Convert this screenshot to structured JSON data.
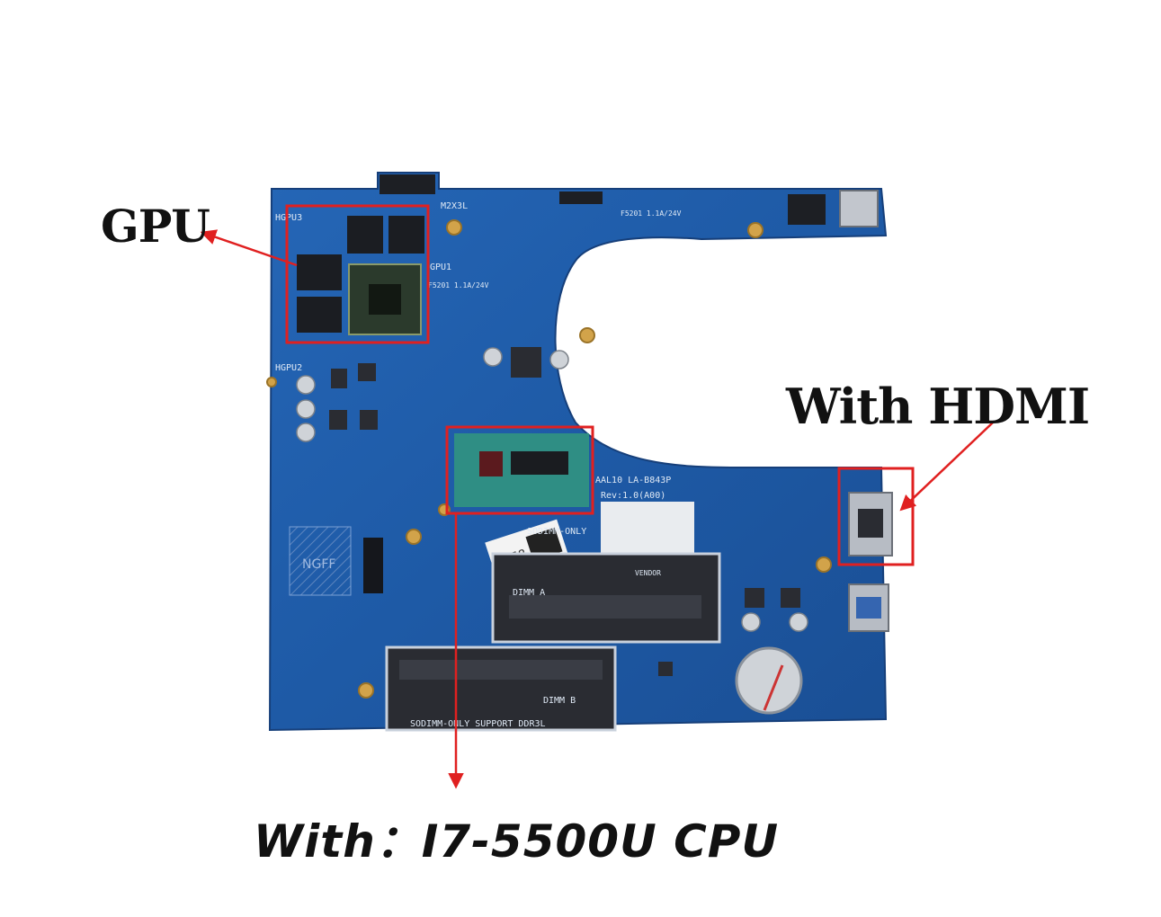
{
  "callouts": {
    "gpu": "GPU",
    "hdmi": "With  HDMI",
    "cpu": "With：I7-5500U  CPU"
  },
  "board_silkscreen": {
    "hgpu3": "HGPU3",
    "hgpu2": "HGPU2",
    "gpu1": "GPU1",
    "m2x3l": "M2X3L",
    "ngff": "NGFF",
    "model": "AAL10 LA-B843P",
    "rev": "Rev:1.0(A00)",
    "sodimm_top": "SODIMM-ONLY",
    "dimm_a": "DIMM A",
    "dimm_b": "DIMM B",
    "sodimm_bottom": "SODIMM-ONLY SUPPORT DDR3L",
    "sticker": "5558",
    "fuse_left": "F5201 1.1A/24V",
    "fuse_right": "F5201 1.1A/24V",
    "vendor": "VENDOR"
  },
  "colors": {
    "board": "#1f5aa8",
    "board_edge": "#174a8e",
    "highlight": "#e02020",
    "arrow": "#e02020"
  }
}
